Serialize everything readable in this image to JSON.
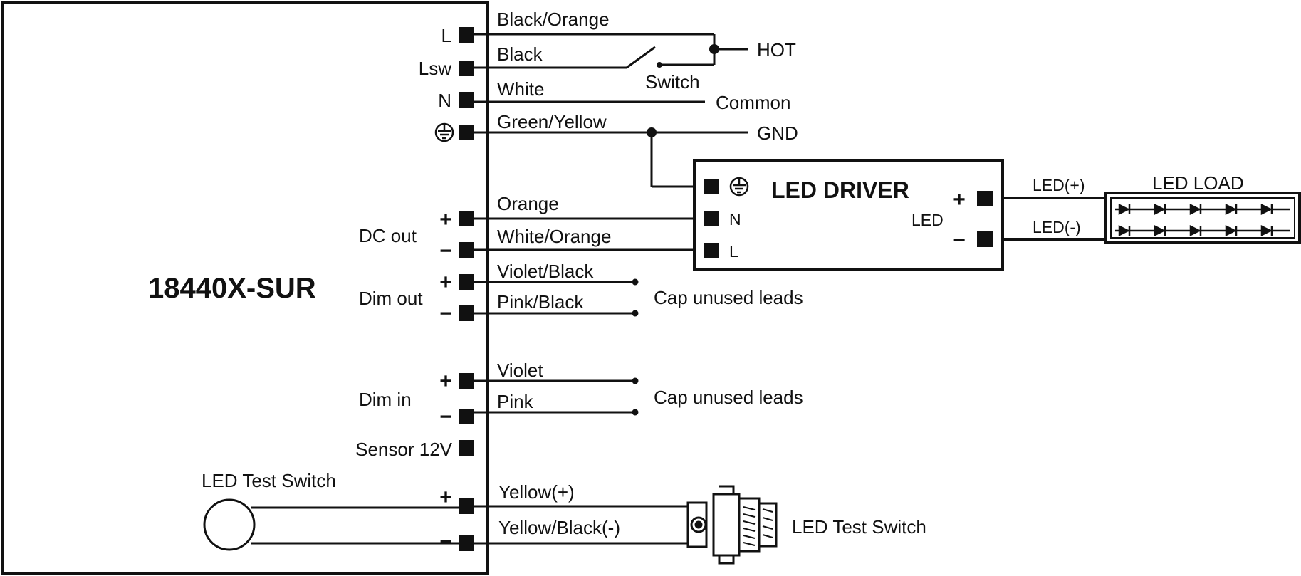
{
  "module": {
    "name": "18440X-SUR"
  },
  "terminals": {
    "l": "L",
    "lsw": "Lsw",
    "n": "N",
    "dc_out": "DC out",
    "dim_out": "Dim out",
    "dim_in": "Dim in",
    "sensor": "Sensor 12V",
    "test_switch": "LED Test Switch",
    "plus": "+",
    "minus": "−"
  },
  "wires": {
    "black_orange": "Black/Orange",
    "black": "Black",
    "white": "White",
    "green_yellow": "Green/Yellow",
    "orange": "Orange",
    "white_orange": "White/Orange",
    "violet_black": "Violet/Black",
    "pink_black": "Pink/Black",
    "violet": "Violet",
    "pink": "Pink",
    "yellow": "Yellow(+)",
    "yellow_black": "Yellow/Black(-)"
  },
  "connections": {
    "hot": "HOT",
    "switch": "Switch",
    "common": "Common",
    "gnd": "GND",
    "cap_unused_1": "Cap unused leads",
    "cap_unused_2": "Cap unused leads",
    "test_switch_device": "LED Test Switch"
  },
  "driver": {
    "title": "LED DRIVER",
    "n": "N",
    "l": "L",
    "led": "LED",
    "plus": "+",
    "minus": "−"
  },
  "load": {
    "title": "LED LOAD",
    "led_plus": "LED(+)",
    "led_minus": "LED(-)"
  },
  "colors": {
    "ink": "#111111",
    "background": "#ffffff"
  }
}
